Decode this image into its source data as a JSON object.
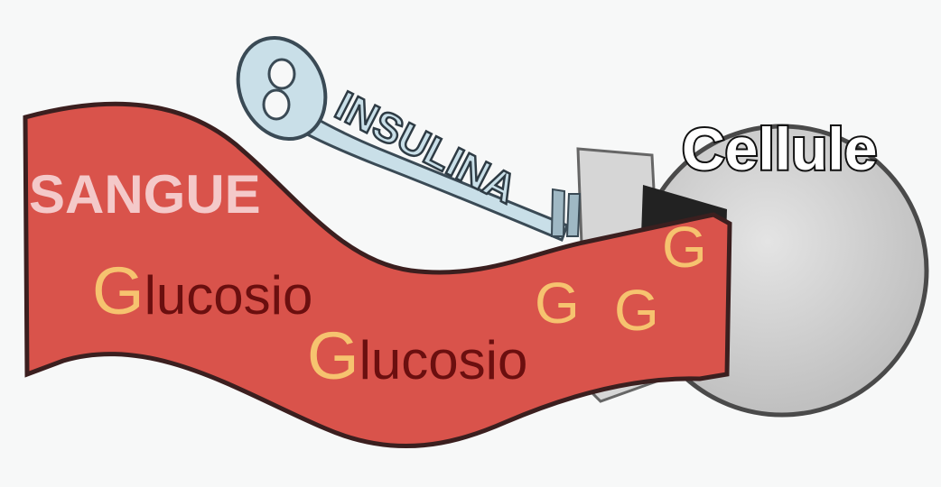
{
  "labels": {
    "insulin": "INSULINA",
    "cell": "Cellule",
    "blood": "SANGUE",
    "glucose_1": {
      "initial": "G",
      "rest": "lucosio"
    },
    "glucose_2": {
      "initial": "G",
      "rest": "lucosio"
    },
    "g_a": "G",
    "g_b": "G",
    "g_c": "G"
  },
  "colors": {
    "blood": "#d9534b",
    "blood_label": "#f4c9c9",
    "g_letter": "#f6c36f",
    "glucose_text": "#6b0f0f",
    "cell": "#cdcdcd",
    "key": "#c9dfe8"
  }
}
